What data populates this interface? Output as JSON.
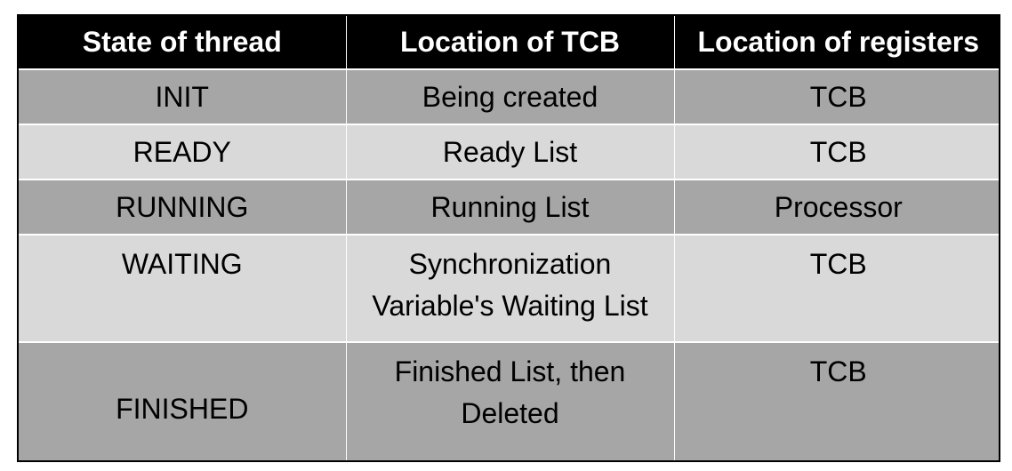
{
  "table": {
    "headers": [
      "State of thread",
      "Location of TCB",
      "Location of registers"
    ],
    "rows": [
      [
        "INIT",
        "Being created",
        "TCB"
      ],
      [
        "READY",
        "Ready List",
        "TCB"
      ],
      [
        "RUNNING",
        "Running List",
        "Processor"
      ],
      [
        "WAITING",
        "Synchronization Variable's Waiting List",
        "TCB"
      ],
      [
        "FINISHED",
        "Finished List, then Deleted",
        "TCB"
      ]
    ]
  },
  "colors": {
    "header_bg": "#000000",
    "header_text": "#ffffff",
    "row_dark": "#a6a6a6",
    "row_light": "#d9d9d9"
  }
}
